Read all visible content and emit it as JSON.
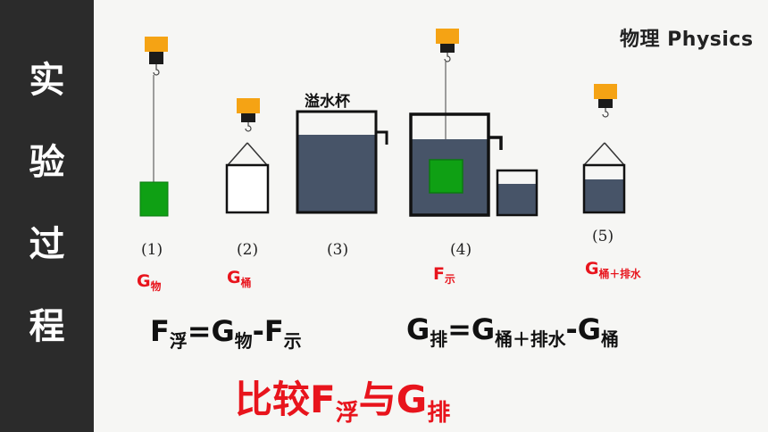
{
  "sidebar": {
    "chars": [
      "实",
      "验",
      "过",
      "程"
    ]
  },
  "brand": "物理 Physics",
  "cup_label": "溢水杯",
  "steps": [
    {
      "num": "(1)"
    },
    {
      "num": "(2)"
    },
    {
      "num": "(3)"
    },
    {
      "num": "(4)"
    },
    {
      "num": "(5)"
    }
  ],
  "labels": {
    "g_obj": {
      "main": "G",
      "sub": "物"
    },
    "g_bucket": {
      "main": "G",
      "sub": "桶"
    },
    "f_show": {
      "main": "F",
      "sub": "示"
    },
    "g_bucket_water": {
      "main": "G",
      "sub": "桶＋排水"
    }
  },
  "formula1": {
    "f": "F",
    "f_sub": "浮",
    "eq": "=G",
    "g_sub": "物",
    "minus": "-F",
    "f2_sub": "示"
  },
  "formula2": {
    "g": "G",
    "g_sub": "排",
    "eq": "=G",
    "g2_sub": "桶＋排水",
    "minus": "-G",
    "g3_sub": "桶"
  },
  "compare": {
    "prefix": "比较F",
    "sub1": "浮",
    "mid": "与G",
    "sub2": "排"
  },
  "colors": {
    "sidebar": "#2b2b2b",
    "red": "#e8141c",
    "water": "#475468",
    "object": "#0fa014",
    "scale": "#f5a314"
  }
}
